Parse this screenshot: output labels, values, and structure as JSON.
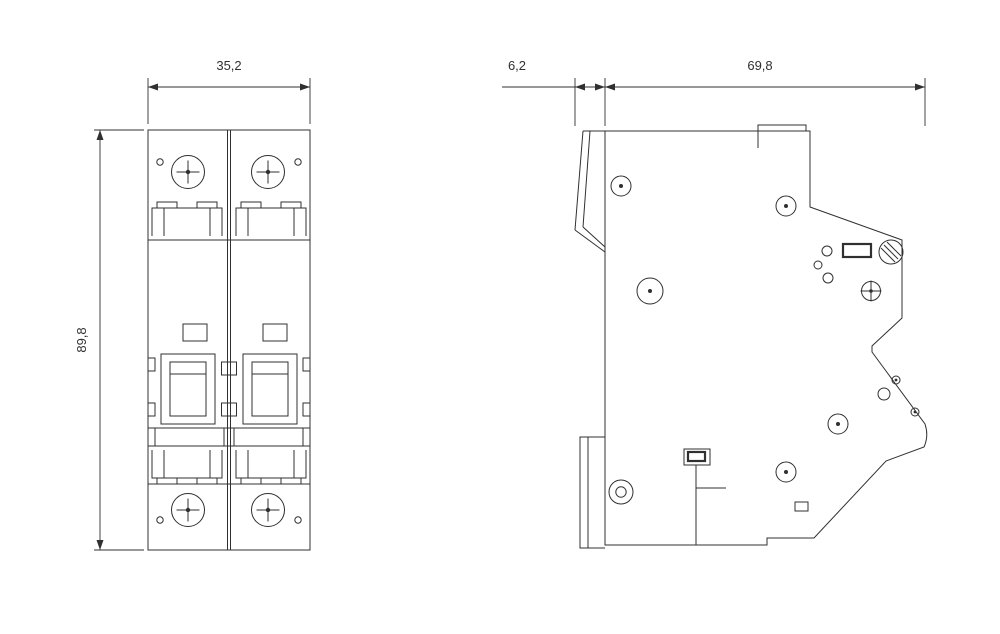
{
  "colors": {
    "background": "#ffffff",
    "line": "#303030"
  },
  "dimensions": {
    "front_width": "35,2",
    "front_height": "89,8",
    "side_offset": "6,2",
    "side_depth": "69,8"
  }
}
